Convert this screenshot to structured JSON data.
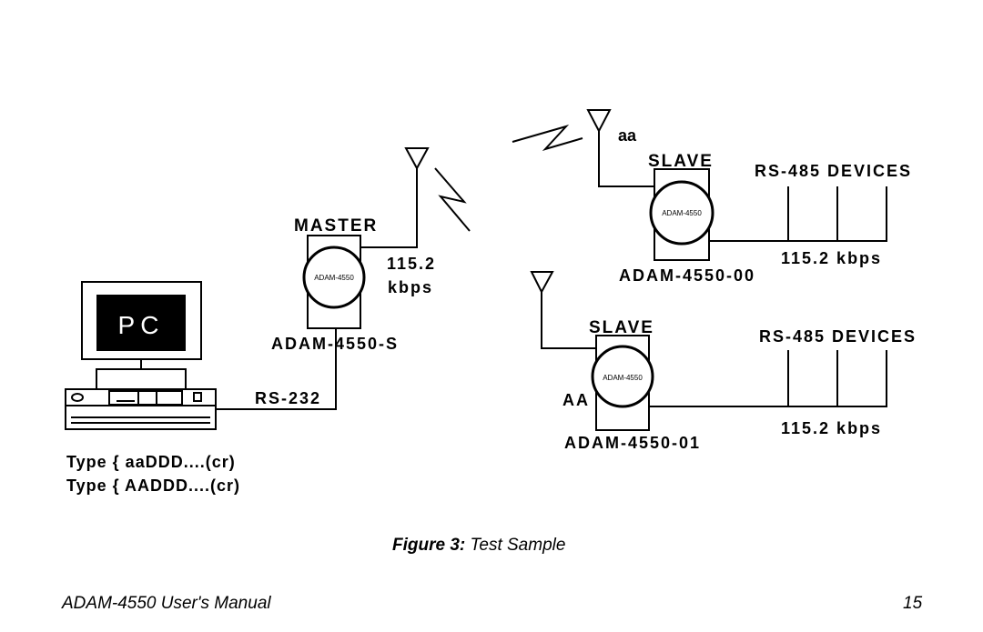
{
  "diagram": {
    "pc_label": "PC",
    "master_label": "MASTER",
    "master_module": "ADAM-4550",
    "master_speed_line1": "115.2",
    "master_speed_line2": "kbps",
    "master_model": "ADAM-4550-S",
    "rs232_label": "RS-232",
    "type_line1": "Type { aaDDD....(cr)",
    "type_line2": "Type { AADDD....(cr)",
    "slave1_address": "aa",
    "slave1_label": "SLAVE",
    "slave1_module": "ADAM-4550",
    "slave1_devices": "RS-485 DEVICES",
    "slave1_speed": "115.2 kbps",
    "slave1_model": "ADAM-4550-00",
    "slave2_label": "SLAVE",
    "slave2_module": "ADAM-4550",
    "slave2_address": "AA",
    "slave2_devices": "RS-485 DEVICES",
    "slave2_speed": "115.2 kbps",
    "slave2_model": "ADAM-4550-01"
  },
  "caption": {
    "figure_label": "Figure 3:",
    "title": "Test Sample"
  },
  "footer": {
    "manual_title": "ADAM-4550 User's Manual",
    "page_number": "15"
  }
}
